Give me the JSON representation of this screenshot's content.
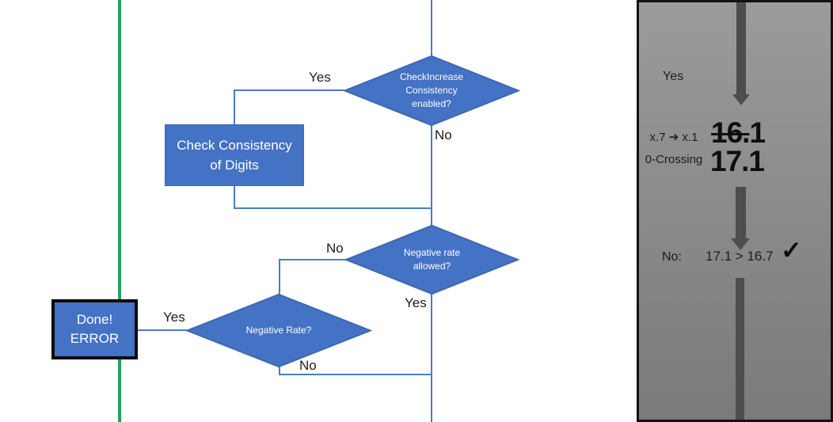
{
  "flowchart": {
    "decision_consistency": {
      "lines": [
        "CheckIncrease",
        "Consistency",
        "enabled?"
      ]
    },
    "process_check": {
      "lines": [
        "Check Consistency",
        "of Digits"
      ]
    },
    "decision_negative_allowed": {
      "lines": [
        "Negative rate",
        "allowed?"
      ]
    },
    "decision_negative_rate": {
      "lines": [
        "Negative Rate?"
      ]
    },
    "terminal_done": {
      "lines": [
        "Done!",
        "ERROR"
      ]
    },
    "labels": {
      "consistency_yes": "Yes",
      "consistency_no": "No",
      "negative_allowed_no": "No",
      "negative_allowed_yes": "Yes",
      "negative_rate_yes": "Yes",
      "negative_rate_no": "No"
    }
  },
  "side_panel": {
    "yes_label": "Yes",
    "transition_rule": "x.7 ➔ x.1",
    "transition_name": "0-Crossing",
    "old_value_struck": "16.",
    "old_value_rest": "1",
    "new_value": "17.1",
    "result_label": "No:",
    "comparison": "17.1 > 16.7",
    "check_icon": "✓"
  },
  "colors": {
    "shape_blue": "#4472C4",
    "shape_border": "#3E68B0",
    "connector_blue": "#4D7CC7",
    "green_line": "#22A45B",
    "arrow_gray": "#4D4D4D",
    "panel_top": "#9B9B9B",
    "panel_bottom": "#7A7A7A",
    "text_dark": "#1C1C1C",
    "text_white": "#FFFFFF"
  }
}
